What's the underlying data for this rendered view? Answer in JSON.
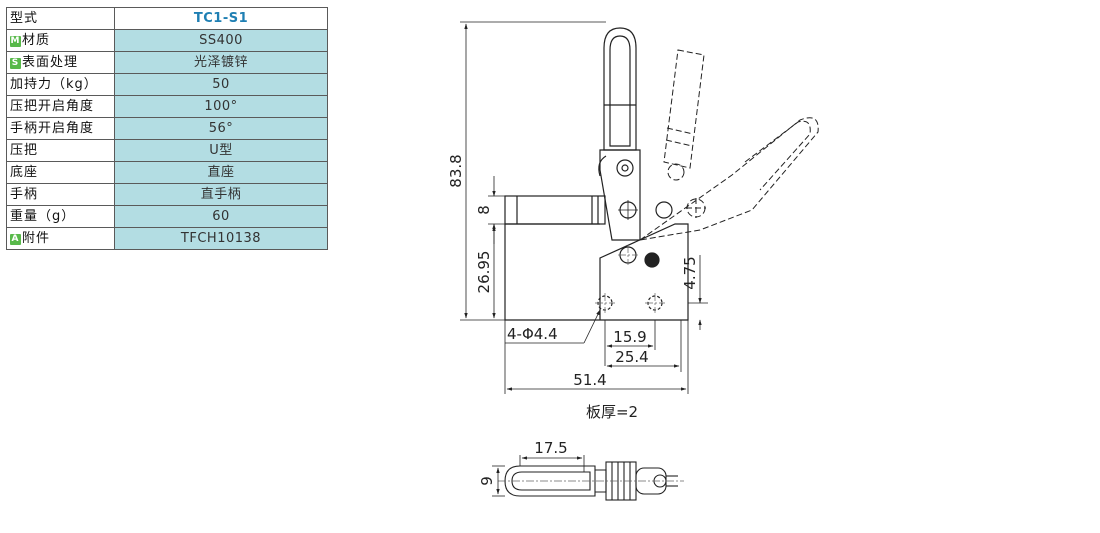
{
  "spec_table": {
    "rows": [
      {
        "label": "型式",
        "value": "TC1-S1",
        "badge": ""
      },
      {
        "label": "材质",
        "value": "SS400",
        "badge": "M"
      },
      {
        "label": "表面处理",
        "value": "光泽镀锌",
        "badge": "S"
      },
      {
        "label": "加持力（kg）",
        "value": "50",
        "badge": ""
      },
      {
        "label": "压把开启角度",
        "value": "100°",
        "badge": ""
      },
      {
        "label": "手柄开启角度",
        "value": "56°",
        "badge": ""
      },
      {
        "label": "压把",
        "value": "U型",
        "badge": ""
      },
      {
        "label": "底座",
        "value": "直座",
        "badge": ""
      },
      {
        "label": "手柄",
        "value": "直手柄",
        "badge": ""
      },
      {
        "label": "重量（g）",
        "value": "60",
        "badge": ""
      },
      {
        "label": "附件",
        "value": "TFCH10138",
        "badge": "A"
      }
    ]
  },
  "drawing": {
    "dimensions": {
      "total_height": "83.8",
      "arm_height": "8",
      "base_height": "26.95",
      "hole_offset": "4.75",
      "hole_callout": "4-Φ4.4",
      "hole_spacing": "15.9",
      "plate_width": "25.4",
      "total_length": "51.4",
      "top_length": "17.5",
      "top_width": "9"
    },
    "plate_thickness_note": "板厚=2"
  }
}
